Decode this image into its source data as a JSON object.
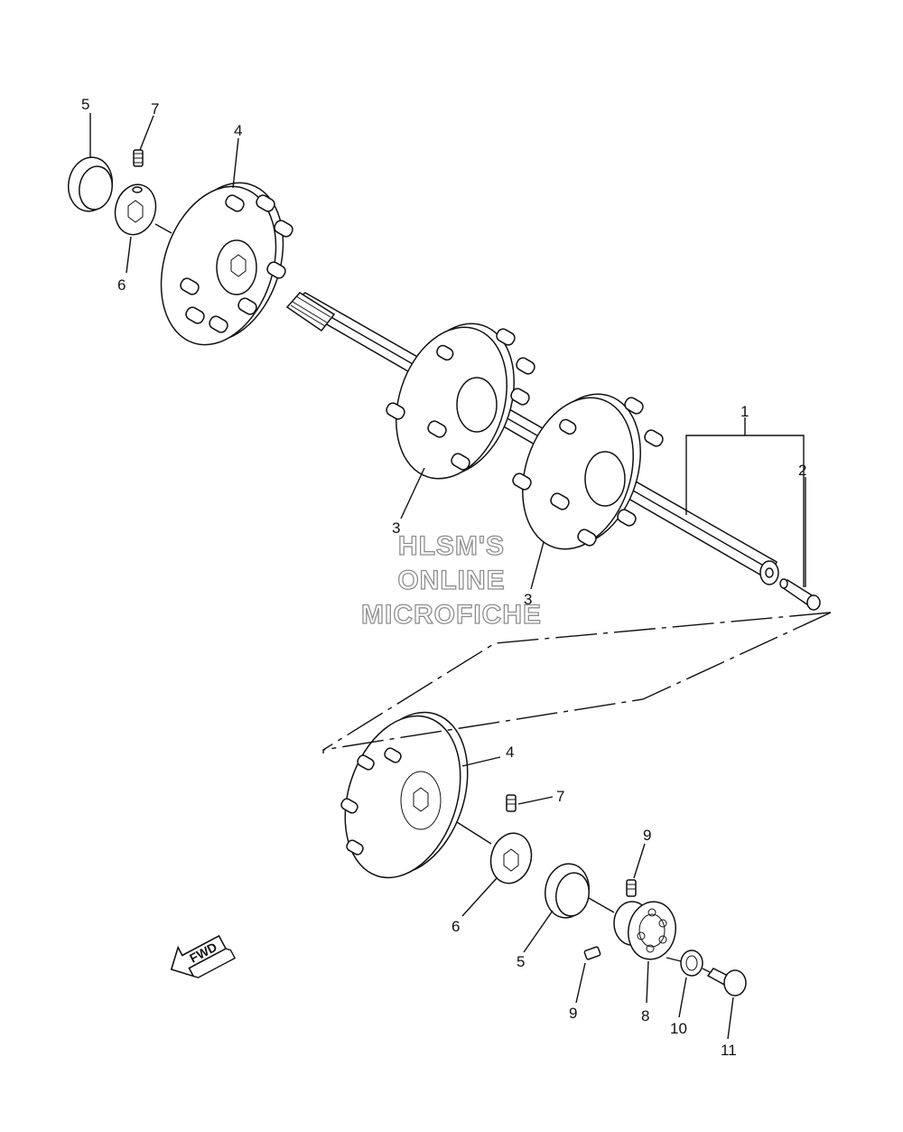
{
  "callouts": {
    "c1": "1",
    "c2": "2",
    "c3a": "3",
    "c3b": "3",
    "c4a": "4",
    "c4b": "4",
    "c5a": "5",
    "c5b": "5",
    "c6a": "6",
    "c6b": "6",
    "c7a": "7",
    "c7b": "7",
    "c8": "8",
    "c9a": "9",
    "c9b": "9",
    "c10": "10",
    "c11": "11"
  },
  "watermark": {
    "line1": "HLSM'S",
    "line2": "ONLINE",
    "line3": "MICROFICHE"
  },
  "direction_label": "FWD",
  "icons": [
    "fwd-arrow-icon"
  ]
}
